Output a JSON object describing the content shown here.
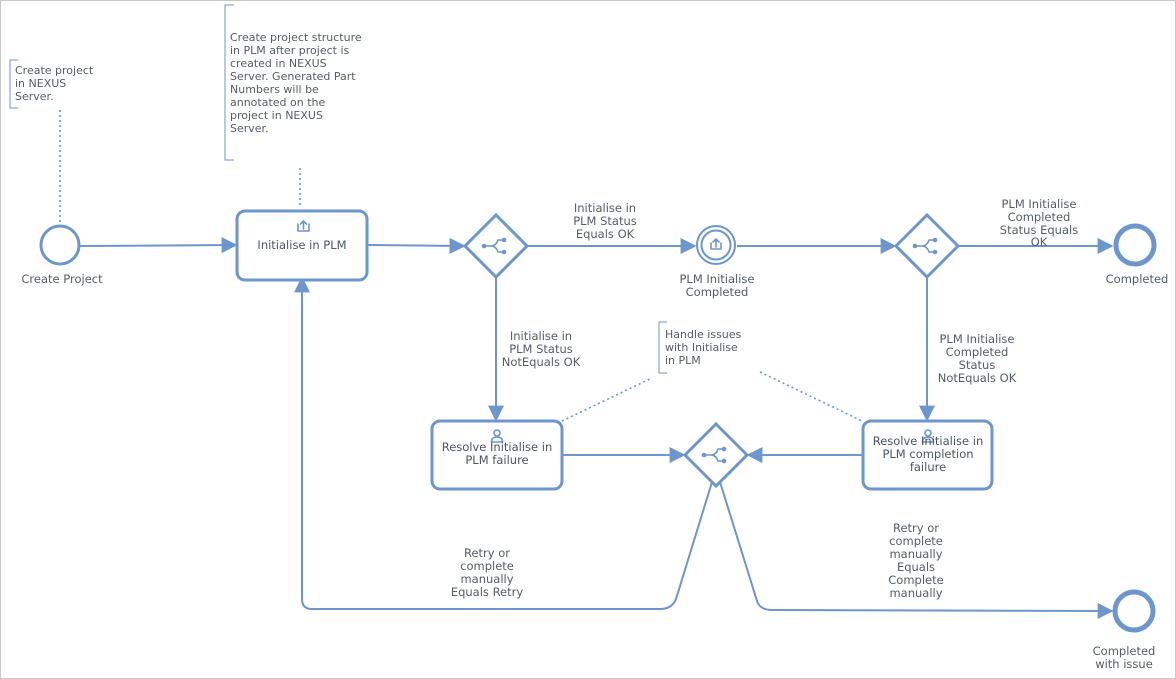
{
  "diagram": {
    "annotations": {
      "create_project_note": [
        "Create project",
        "in NEXUS",
        "Server."
      ],
      "plm_structure_note": [
        "Create project structure",
        "in PLM after project is",
        "created in NEXUS",
        "Server. Generated Part",
        "Numbers will be",
        "annotated on the",
        "project in NEXUS",
        "Server."
      ],
      "handle_issues_note": [
        "Handle issues",
        "with Initialise",
        "in PLM"
      ]
    },
    "events": {
      "start": "Create Project",
      "plm_initialise_completed": [
        "PLM Initialise",
        "Completed"
      ],
      "completed": "Completed",
      "completed_with_issue": [
        "Completed",
        "with issue"
      ]
    },
    "tasks": {
      "initialise_in_plm": "Initialise in PLM",
      "resolve_initialise_failure": [
        "Resolve Initialise in",
        "PLM failure"
      ],
      "resolve_completion_failure": [
        "Resolve Initialise in",
        "PLM completion",
        "failure"
      ]
    },
    "flows": {
      "status_ok": [
        "Initialise in",
        "PLM Status",
        "Equals OK"
      ],
      "status_not_ok": [
        "Initialise in",
        "PLM Status",
        "NotEquals OK"
      ],
      "completed_ok": [
        "PLM Initialise",
        "Completed",
        "Status Equals",
        "OK"
      ],
      "completed_not_ok": [
        "PLM Initialise",
        "Completed",
        "Status",
        "NotEquals OK"
      ],
      "retry": [
        "Retry or",
        "complete",
        "manually",
        "Equals Retry"
      ],
      "complete_manually": [
        "Retry or",
        "complete",
        "manually",
        "Equals",
        "Complete",
        "manually"
      ]
    },
    "icons": {
      "send_task": "upload-icon",
      "user_task": "user-icon",
      "gateway": "branch-icon",
      "intermediate_event": "upload-icon"
    },
    "colors": {
      "stroke": "#6c96cc",
      "text": "#555c66"
    }
  }
}
